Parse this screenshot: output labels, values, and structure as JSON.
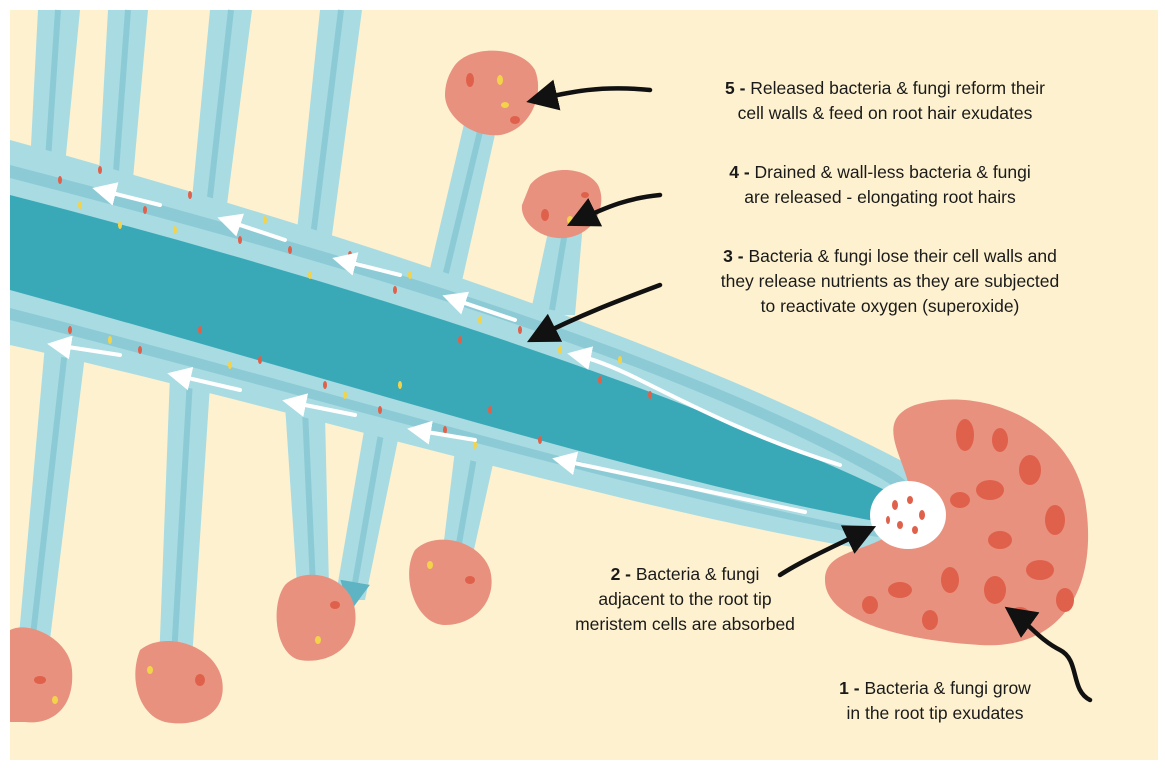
{
  "colors": {
    "background": "#fdf1cf",
    "root_outer": "#a9dbe2",
    "root_mid": "#8ccbd5",
    "root_core": "#3aa9b7",
    "colony": "#e8917e",
    "colony_spot": "#e0614b",
    "bacteria_yellow": "#f3d34a",
    "bacteria_red": "#e0614b",
    "flow_arrow": "#ffffff",
    "pointer_arrow": "#111111"
  },
  "labels": [
    {
      "id": "5",
      "number": "5 -",
      "lines": [
        "Released bacteria & fungi reform their",
        "cell walls & feed on root hair exudates"
      ]
    },
    {
      "id": "4",
      "number": "4 -",
      "lines": [
        "Drained & wall-less bacteria & fungi",
        "are released - elongating root hairs"
      ]
    },
    {
      "id": "3",
      "number": "3 -",
      "lines": [
        "Bacteria & fungi lose their cell walls and",
        "they release nutrients as they are subjected",
        "to reactivate oxygen (superoxide)"
      ]
    },
    {
      "id": "2",
      "number": "2 -",
      "lines": [
        "Bacteria & fungi",
        "adjacent to the root tip",
        "meristem cells are absorbed"
      ]
    },
    {
      "id": "1",
      "number": "1 -",
      "lines": [
        "Bacteria & fungi grow",
        "in the root tip exudates"
      ]
    }
  ]
}
